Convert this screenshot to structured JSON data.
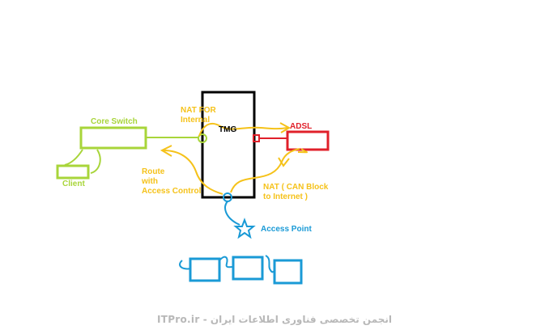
{
  "labels": {
    "core_switch": "Core Switch",
    "client": "Client",
    "tmg": "TMG",
    "adsl": "ADSL",
    "nat_for_internal_1": "NAT FOR",
    "nat_for_internal_2": "Internal",
    "route_1": "Route",
    "route_2": "with",
    "route_3": "Access Control",
    "nat_block_1": "NAT ( CAN Block",
    "nat_block_2": "to Internet )",
    "access_point": "Access Point"
  },
  "footer": {
    "text": "انجمن تخصصی فناوری اطلاعات ایران - ITPro.ir"
  },
  "colors": {
    "green": "#a8d53a",
    "yellow": "#f5c21a",
    "red": "#e0202a",
    "blue": "#1a9ad6",
    "black": "#000000",
    "footer": "#b8b8b8"
  }
}
